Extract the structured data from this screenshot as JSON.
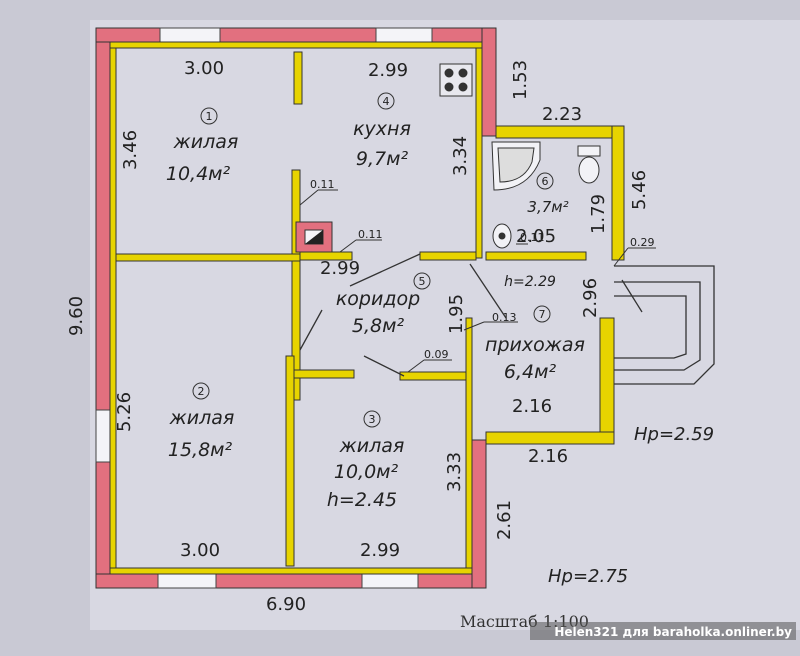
{
  "rooms": {
    "r1": {
      "num": "1",
      "name": "жилая",
      "area": "10,4м²"
    },
    "r2": {
      "num": "2",
      "name": "жилая",
      "area": "15,8м²"
    },
    "r3": {
      "num": "3",
      "name": "жилая",
      "area": "10,0м²",
      "height": "h=2.45"
    },
    "r4": {
      "num": "4",
      "name": "кухня",
      "area": "9,7м²"
    },
    "r5": {
      "num": "5",
      "name": "коридор",
      "area": "5,8м²"
    },
    "r6": {
      "num": "6",
      "area": "3,7м²"
    },
    "r7": {
      "num": "7",
      "name": "прихожая",
      "area": "6,4м²",
      "height": "h=2.29"
    }
  },
  "dimensions": {
    "top_left": "3.00",
    "top_right": "2.99",
    "right_top": "1.53",
    "bath_top": "2.23",
    "left_upper": "3.46",
    "kitchen_right": "3.34",
    "bath_right": "5.46",
    "bath_inner": "1.79",
    "bath_width": "2.05",
    "mid_wall": "2.99",
    "corridor_right": "1.95",
    "hall_right": "2.96",
    "overall_left": "9.60",
    "room2_height": "5.26",
    "hall_width": "2.16",
    "hall_bottom": "2.16",
    "room3_height": "3.33",
    "right_lower": "2.61",
    "bottom_left": "3.00",
    "bottom_right": "2.99",
    "overall_bottom": "6.90"
  },
  "small_dims": {
    "d011a": "0.11",
    "d011b": "0.11",
    "d011c": "0.11",
    "d013": "0.13",
    "d009": "0.09",
    "d029": "0.29"
  },
  "levels": {
    "hp1": "Нр=2.59",
    "hp2": "Нр=2.75"
  },
  "scale": "Масштаб  1:100",
  "watermark": "Helen321 для baraholka.onliner.by",
  "colors": {
    "wall_outer": "#e2707f",
    "wall_inner": "#e7d400",
    "background": "#c9c9d4"
  }
}
